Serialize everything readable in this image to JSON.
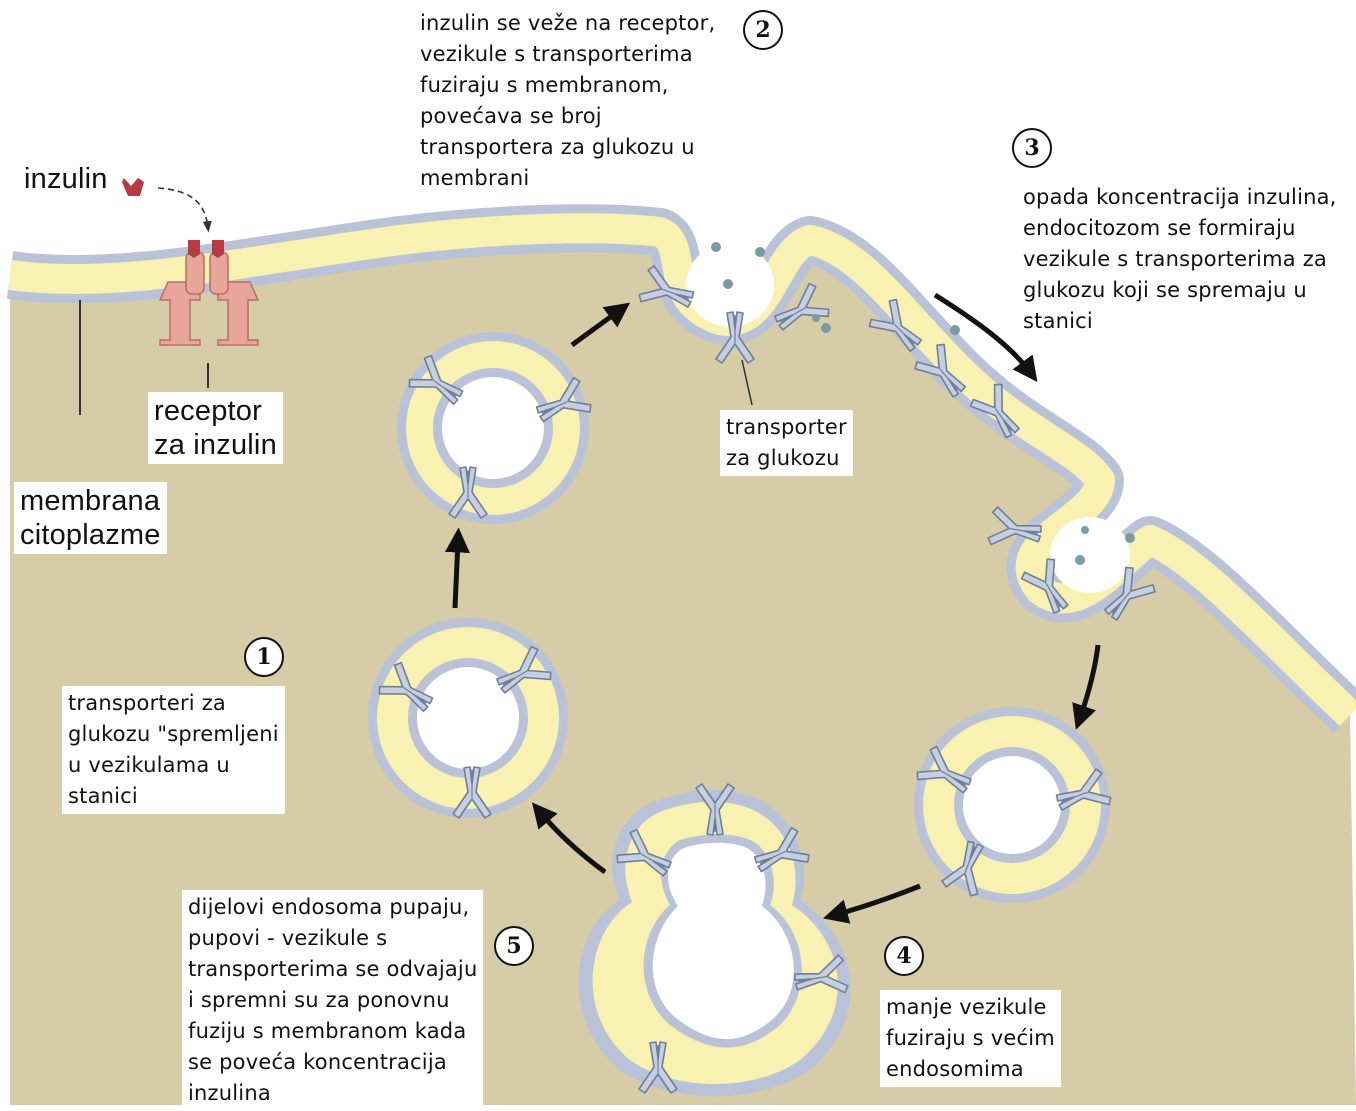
{
  "colors": {
    "cytoplasm": "#d6cca8",
    "membrane_outer": "#b9c2d6",
    "membrane_inner": "#f8f1b1",
    "transporter": "#c5cfdf",
    "receptor": "#e8a69b",
    "insulin": "#b83a46",
    "glucose": "#7a9aa4"
  },
  "labels": {
    "insulin": "inzulin",
    "receptor": "receptor\nza inzulin",
    "membrane": "membrana\ncitoplazme",
    "transporter": "transporter\nza glukozu"
  },
  "steps": [
    {
      "number": "1",
      "text": "transporteri za\nglukozu \"spremljeni\nu vezikulama u\nstanici"
    },
    {
      "number": "2",
      "text": "inzulin se veže na receptor,\nvezikule s transporterima\nfuziraju s membranom,\npovećava se broj\ntransportera za glukozu u\nmembrani"
    },
    {
      "number": "3",
      "text": "opada koncentracija inzulina,\nendocitozom se formiraju\nvezikule s transporterima za\nglukozu koji se spremaju u\nstanici"
    },
    {
      "number": "4",
      "text": "manje vezikule\nfuziraju s većim\nendosomima"
    },
    {
      "number": "5",
      "text": "dijelovi endosoma pupaju,\npupovi - vezikule s\ntransporterima se odvajaju\ni spremni su za ponovnu\nfuziju s membranom kada\nse poveća koncentracija\ninzulina"
    }
  ]
}
